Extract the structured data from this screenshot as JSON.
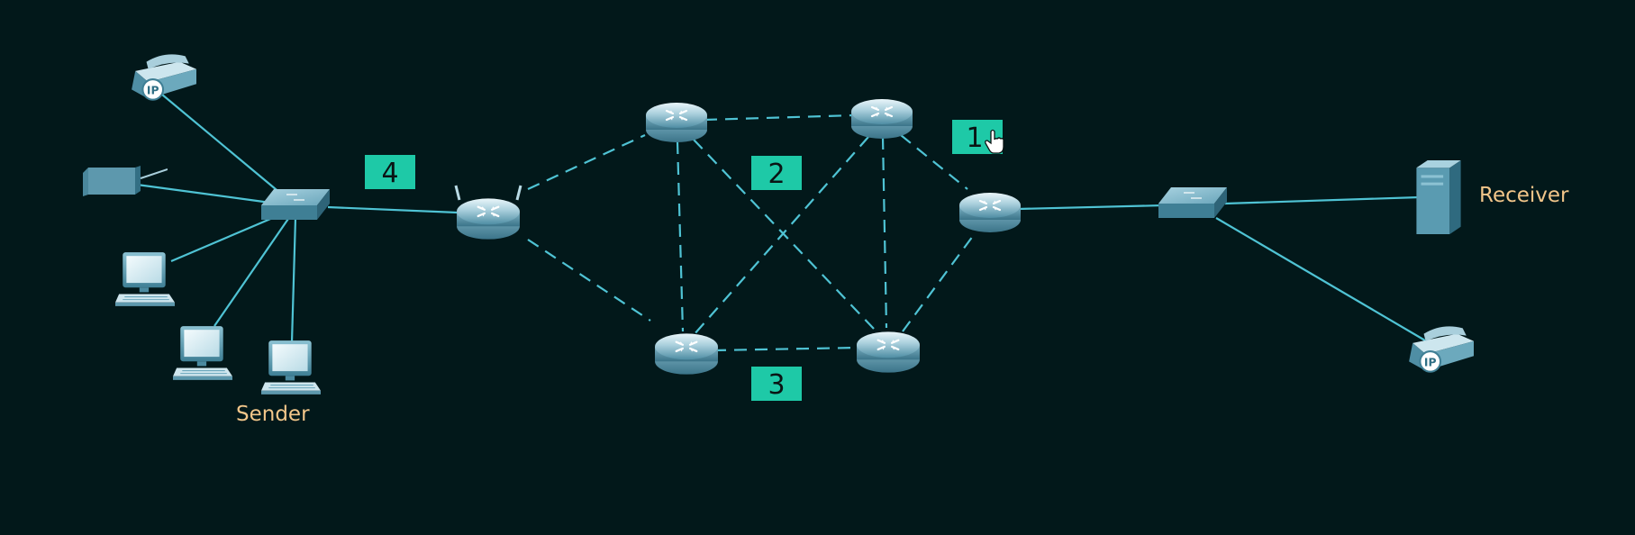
{
  "labels": {
    "sender": "Sender",
    "receiver": "Receiver"
  },
  "badges": {
    "b1": "1",
    "b2": "2",
    "b3": "3",
    "b4": "4"
  },
  "colors": {
    "background": "#02181a",
    "link": "#4fc3d4",
    "badge": "#1ec9a7",
    "label": "#f2c68a"
  },
  "icons": {
    "ip_phone": "ip-phone-icon",
    "router": "router-icon",
    "wireless_router": "wireless-router-icon",
    "switch": "switch-icon",
    "pc": "pc-icon",
    "server": "server-icon",
    "cursor": "hand-cursor-icon"
  }
}
